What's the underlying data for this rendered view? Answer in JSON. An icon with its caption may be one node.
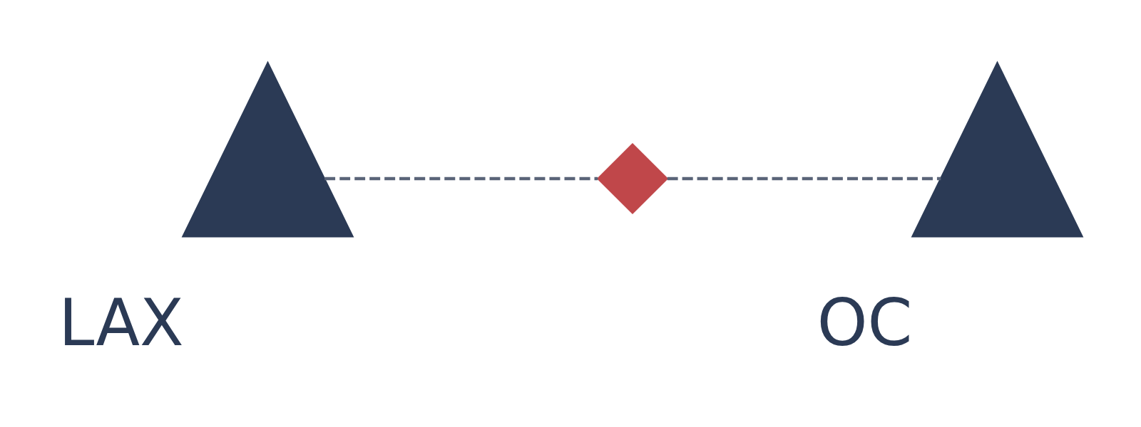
{
  "diagram": {
    "nodes": [
      {
        "text": [],
        "shape": "picture",
        "beside": [
          "LAX"
        ]
      },
      {
        "text": [],
        "shape": "cross"
      },
      {
        "text": [],
        "shape": "picture",
        "beside": [
          "OC"
        ]
      }
    ],
    "edges": [
      {
        "from": 0,
        "to": 1,
        "arrow": "none",
        "style": "dashed"
      },
      {
        "from": 1,
        "to": 2,
        "arrow": "none",
        "style": "dashed"
      }
    ]
  }
}
